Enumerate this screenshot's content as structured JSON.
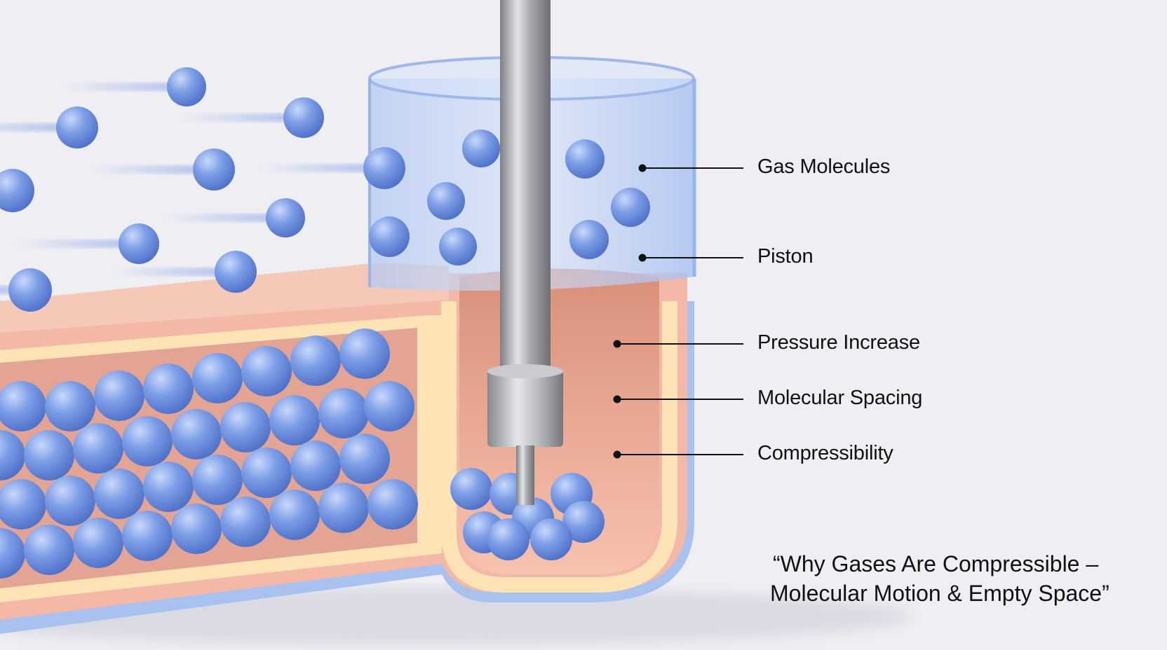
{
  "labels": {
    "gas_molecules": "Gas Molecules",
    "piston": "Piston",
    "pressure_increase": "Pressure Increase",
    "molecular_spacing": "Molecular Spacing",
    "compressibility": "Compressibility"
  },
  "caption": {
    "line1": "“Why Gases Are Compressible –",
    "line2": "Molecular Motion & Empty Space”"
  },
  "colors": {
    "molecule": "#6f93e0",
    "container_wall": "#f3b9a6",
    "inner_stripe": "#fde3b6",
    "outer_shell": "#a9c1ef",
    "cylinder_glass": "#bcd1f4",
    "piston_rod": "#a6a8ad"
  },
  "icons": {
    "molecule": "blue-sphere",
    "piston": "steel-rod-with-head"
  }
}
